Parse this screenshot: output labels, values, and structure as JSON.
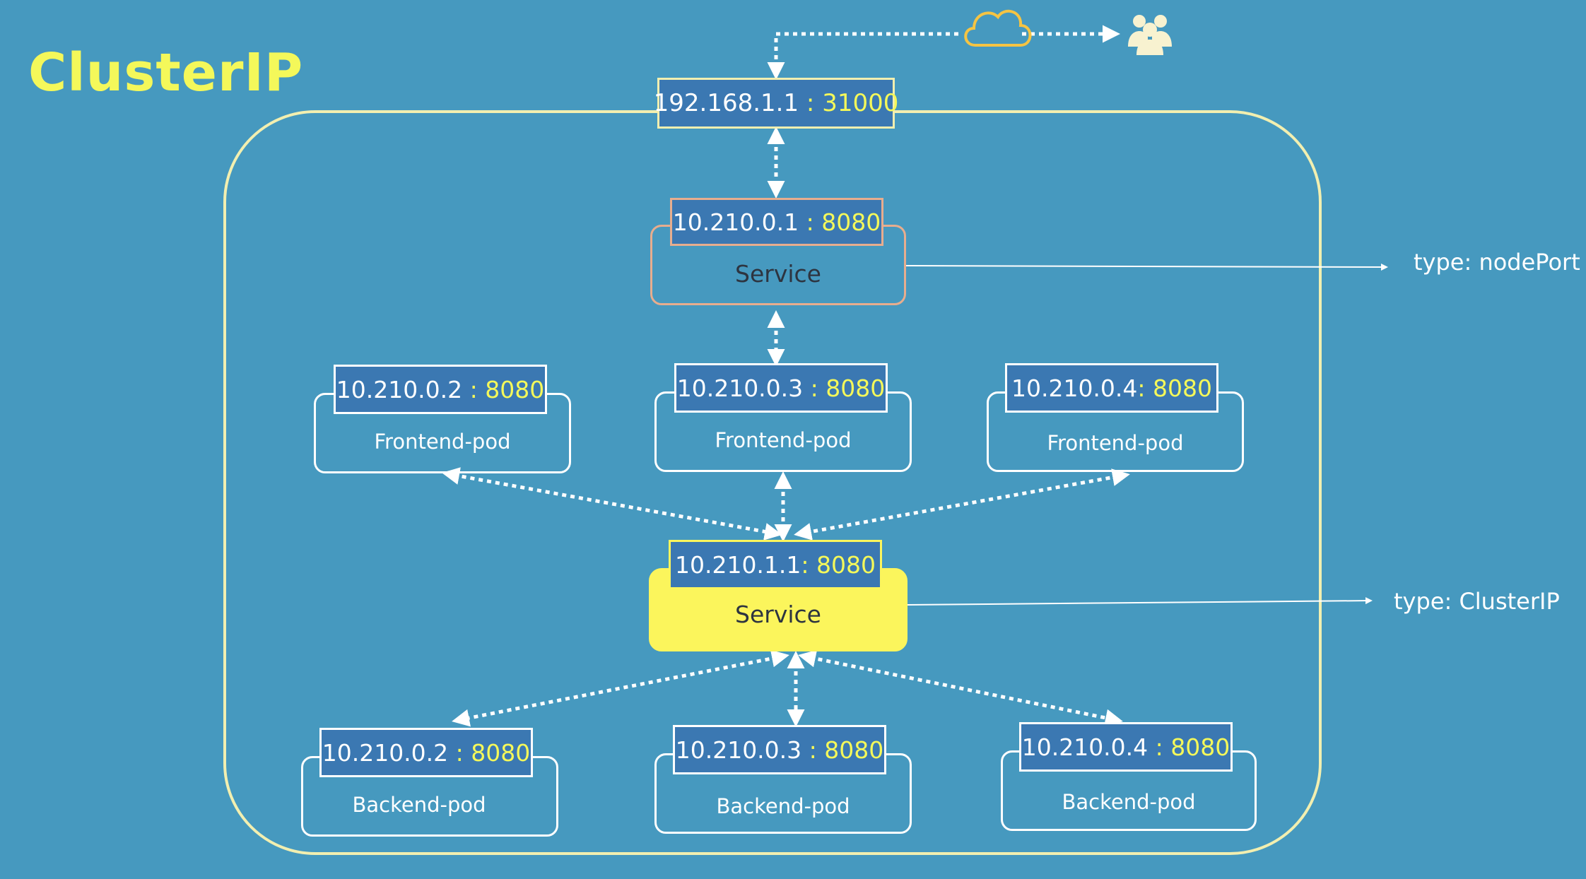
{
  "title": "ClusterIP",
  "colors": {
    "background": "#4699bf",
    "accent_yellow": "#f4f85a",
    "ip_box_fill": "#3b78b2",
    "service_highlight": "#fbf55c",
    "node_port_border": "#e7ad8e",
    "cluster_border": "#f2efb0",
    "cloud": "#f5c443"
  },
  "icons": {
    "cloud": "cloud-icon",
    "users": "users-icon"
  },
  "gateway": {
    "ip": "192.168.1.1",
    "sep": " : ",
    "port": "31000"
  },
  "node_port_service": {
    "ip": "10.210.0.1",
    "sep": " : ",
    "port": "8080",
    "label": "Service",
    "type_label": "type: nodePort"
  },
  "frontend_pods": [
    {
      "ip": "10.210.0.2",
      "sep": " : ",
      "port": "8080",
      "label": "Frontend-pod"
    },
    {
      "ip": "10.210.0.3",
      "sep": " : ",
      "port": "8080",
      "label": "Frontend-pod"
    },
    {
      "ip": "10.210.0.4",
      "sep": ": ",
      "port": "8080",
      "label": "Frontend-pod"
    }
  ],
  "cluster_ip_service": {
    "ip": "10.210.1.1",
    "sep": ": ",
    "port": "8080",
    "label": "Service",
    "type_label": "type: ClusterIP"
  },
  "backend_pods": [
    {
      "ip": "10.210.0.2",
      "sep": " : ",
      "port": "8080",
      "label": "Backend-pod"
    },
    {
      "ip": "10.210.0.3",
      "sep": " : ",
      "port": "8080",
      "label": "Backend-pod"
    },
    {
      "ip": "10.210.0.4",
      "sep": " : ",
      "port": "8080",
      "label": "Backend-pod"
    }
  ]
}
